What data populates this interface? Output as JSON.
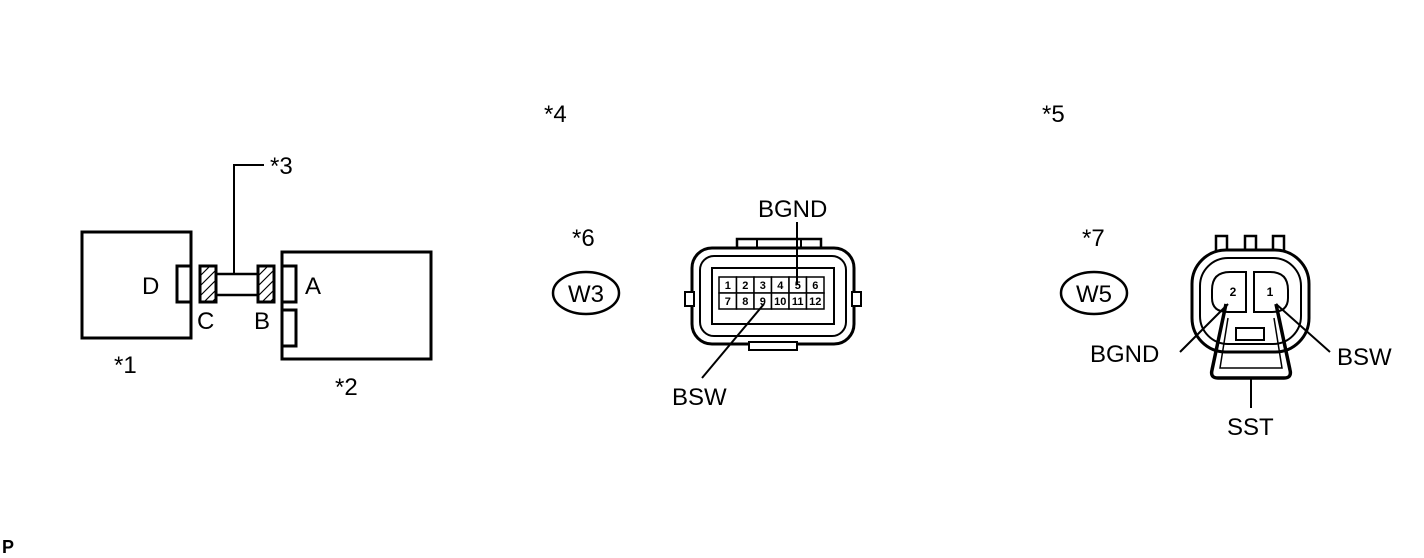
{
  "callouts": {
    "c1": "*1",
    "c2": "*2",
    "c3": "*3",
    "c4": "*4",
    "c5": "*5",
    "c6": "*6",
    "c7": "*7"
  },
  "connector_letters": {
    "a": "A",
    "b": "B",
    "c": "C",
    "d": "D"
  },
  "connector_w3": {
    "id": "W3",
    "pins_top": [
      "1",
      "2",
      "3",
      "4",
      "5",
      "6"
    ],
    "pins_bottom": [
      "7",
      "8",
      "9",
      "10",
      "11",
      "12"
    ],
    "label_top": "BGND",
    "label_bottom": "BSW"
  },
  "connector_w5": {
    "id": "W5",
    "pin_left": "2",
    "pin_right": "1",
    "label_left": "BGND",
    "label_right": "BSW",
    "label_bottom": "SST"
  },
  "footer": {
    "mark": "P"
  }
}
